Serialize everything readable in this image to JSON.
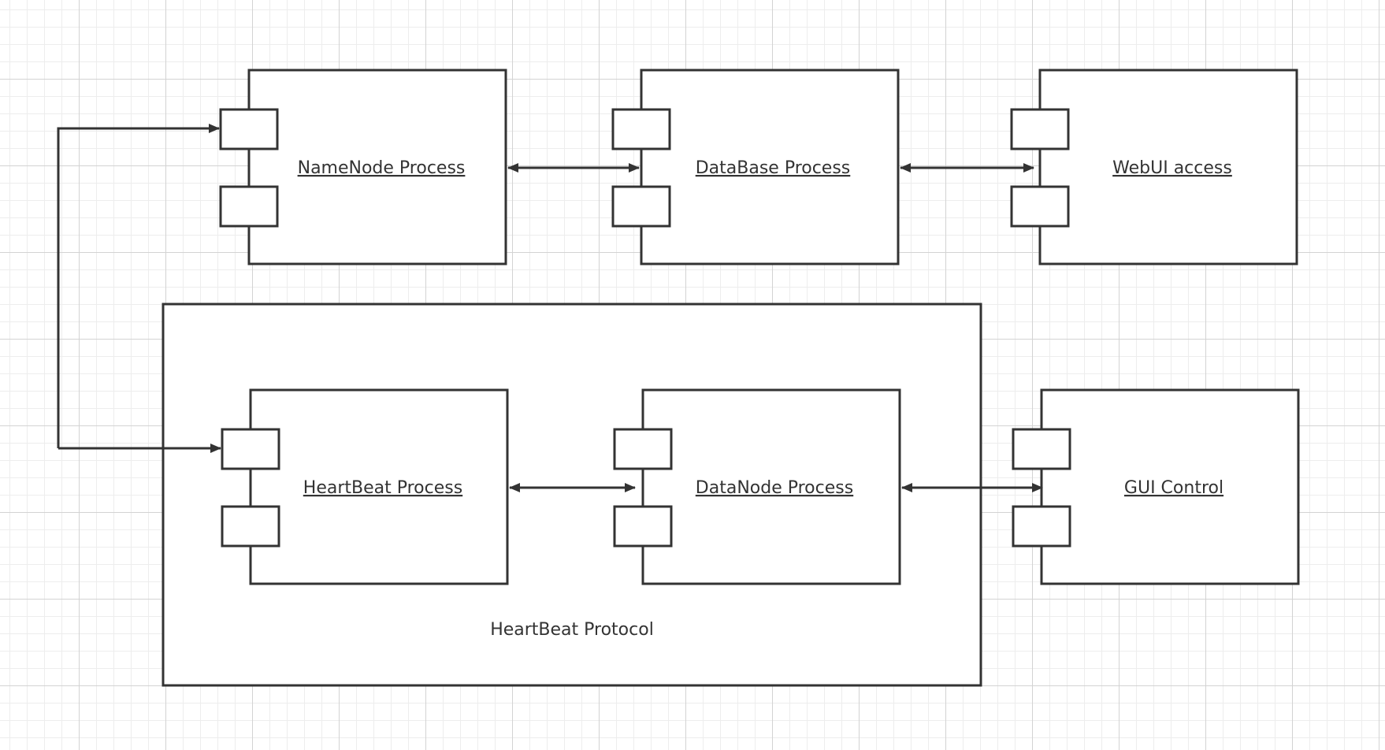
{
  "diagram": {
    "container": {
      "label": "HeartBeat Protocol"
    },
    "components": {
      "namenode": "NameNode Process",
      "database": "DataBase Process",
      "webui": "WebUI access",
      "heartbeat": "HeartBeat Process",
      "datanode": "DataNode Process",
      "gui": "GUI Control"
    },
    "colors": {
      "stroke": "#333333",
      "fill": "#ffffff",
      "grid_major": "#d3d3d3",
      "grid_minor": "#ededed"
    }
  }
}
